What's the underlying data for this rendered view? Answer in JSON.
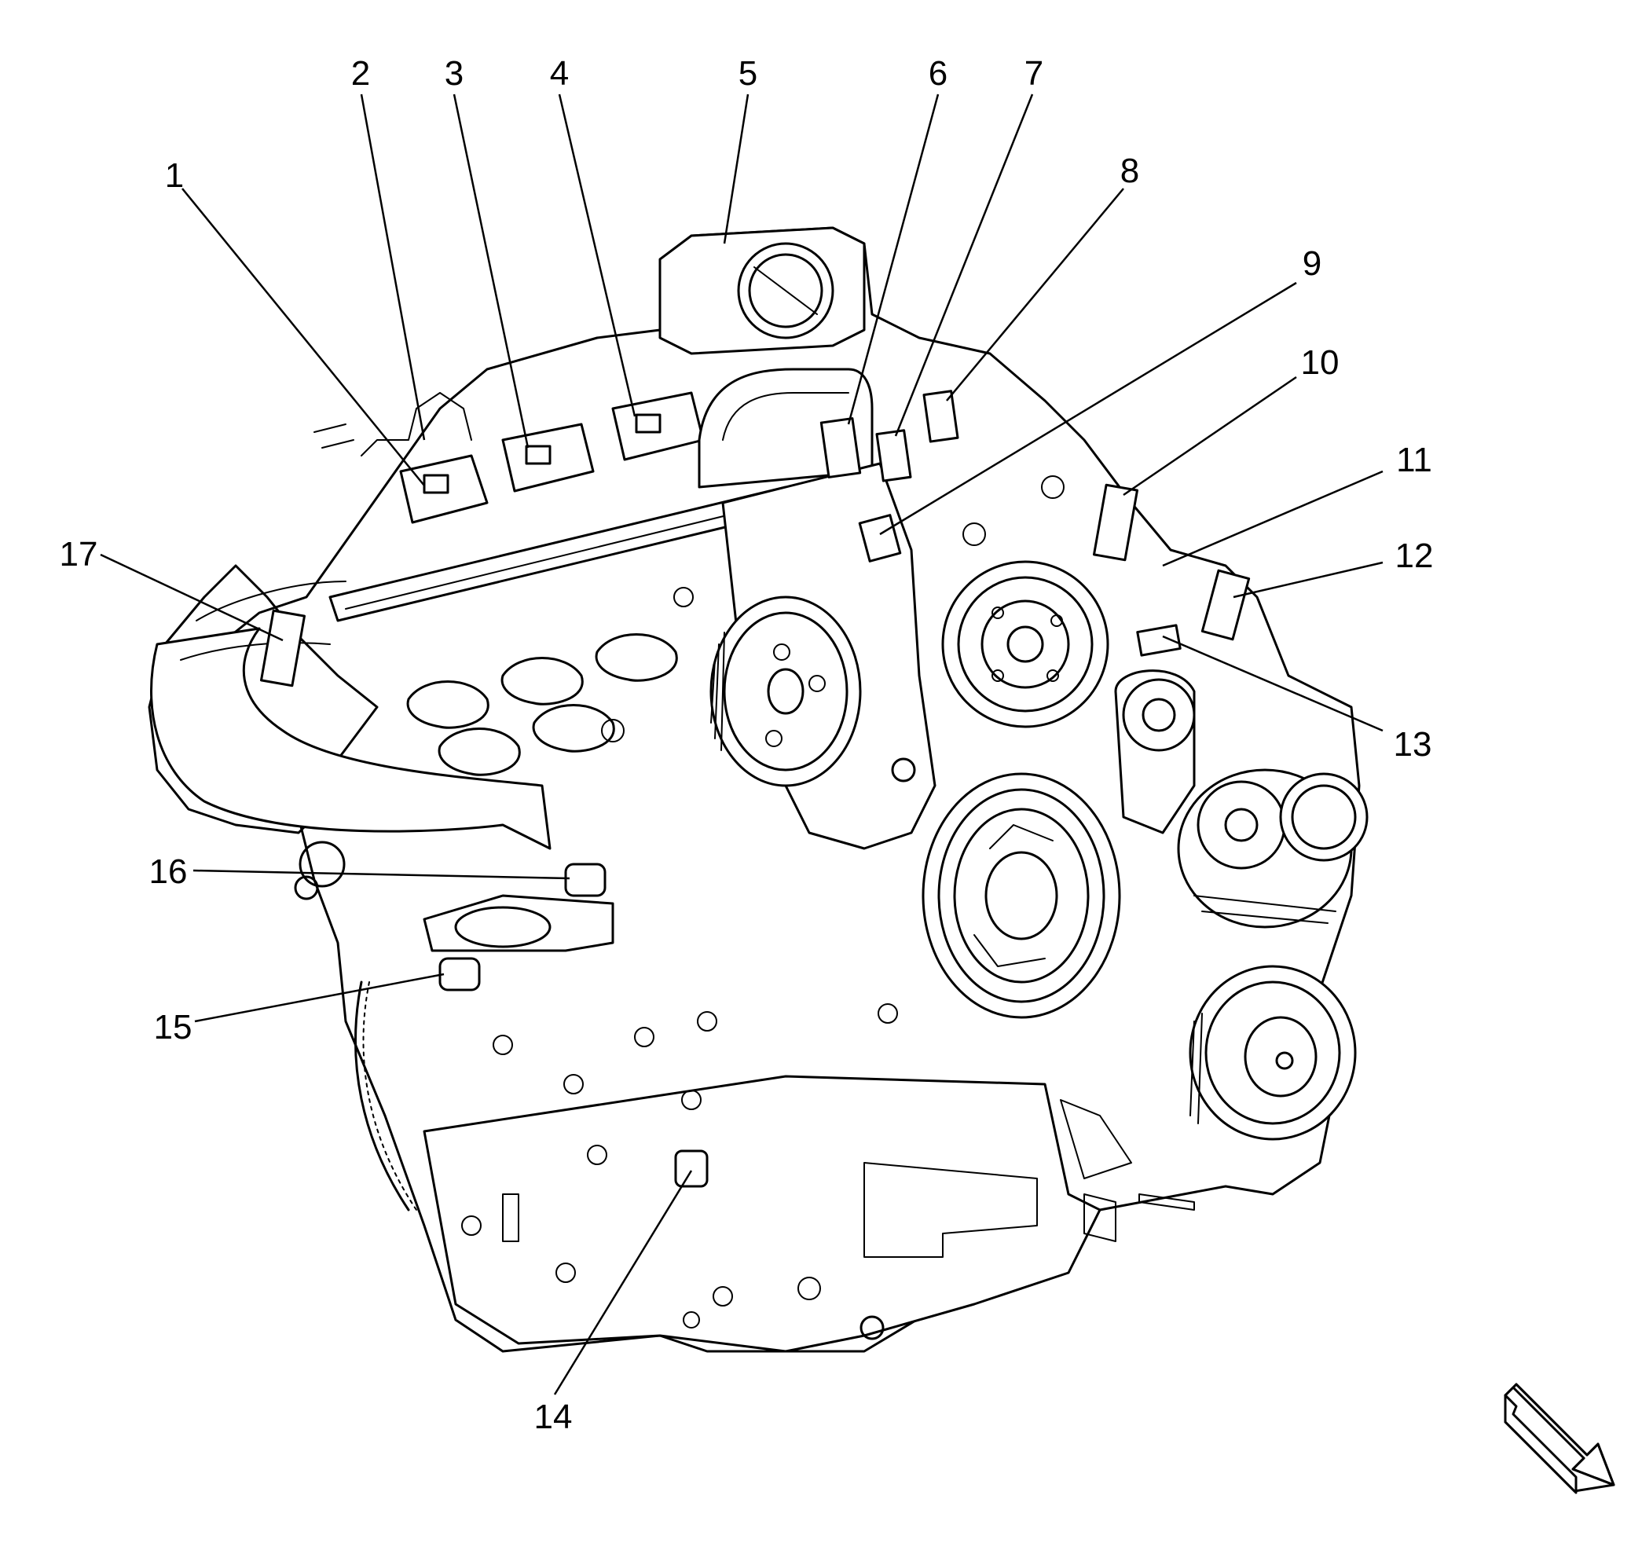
{
  "figure": {
    "callouts": [
      {
        "id": "1",
        "label": "1"
      },
      {
        "id": "2",
        "label": "2"
      },
      {
        "id": "3",
        "label": "3"
      },
      {
        "id": "4",
        "label": "4"
      },
      {
        "id": "5",
        "label": "5"
      },
      {
        "id": "6",
        "label": "6"
      },
      {
        "id": "7",
        "label": "7"
      },
      {
        "id": "8",
        "label": "8"
      },
      {
        "id": "9",
        "label": "9"
      },
      {
        "id": "10",
        "label": "10"
      },
      {
        "id": "11",
        "label": "11"
      },
      {
        "id": "12",
        "label": "12"
      },
      {
        "id": "13",
        "label": "13"
      },
      {
        "id": "14",
        "label": "14"
      },
      {
        "id": "15",
        "label": "15"
      },
      {
        "id": "16",
        "label": "16"
      },
      {
        "id": "17",
        "label": "17"
      }
    ],
    "orientation_arrow": {
      "icon": "front-direction-arrow-icon"
    }
  }
}
